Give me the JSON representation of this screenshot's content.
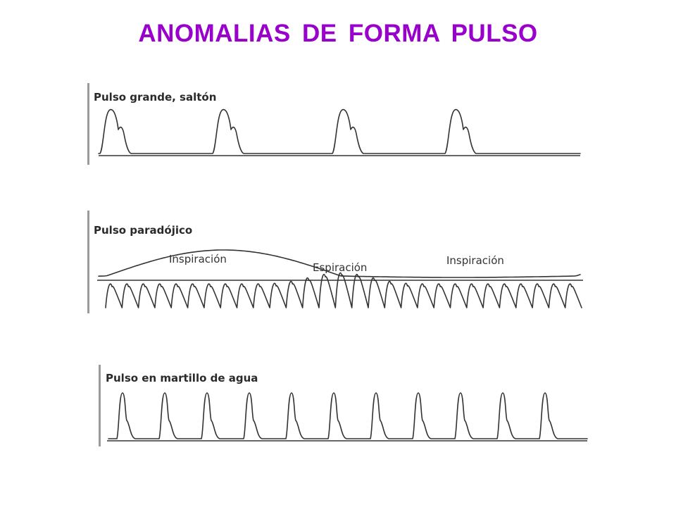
{
  "title": "ANOMALIAS  DE FORMA PULSO",
  "colors": {
    "title": "#9900CC",
    "ink": "#333333",
    "background": "#FFFFFF"
  },
  "panels": [
    {
      "label": "Pulso grande, saltón"
    },
    {
      "label": "Pulso paradójico",
      "phases": [
        "Inspiración",
        "Espiración",
        "Inspiración"
      ]
    },
    {
      "label": "Pulso en martillo de agua"
    }
  ]
}
